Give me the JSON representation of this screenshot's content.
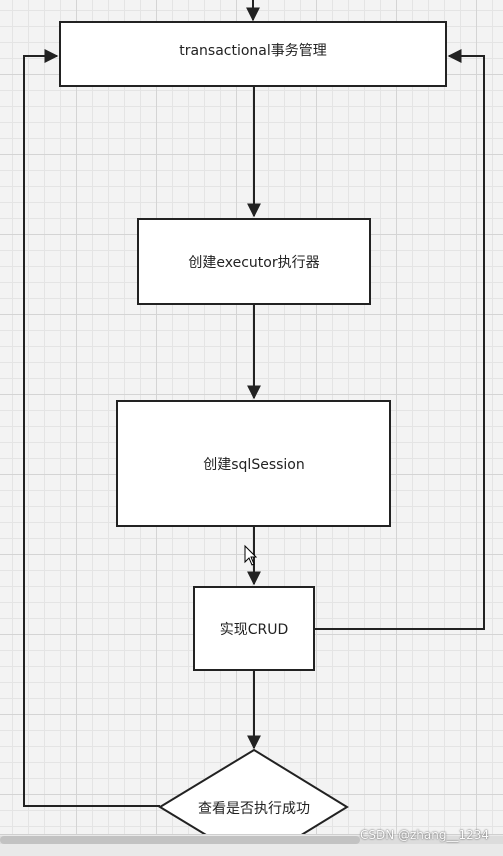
{
  "diagram": {
    "nodes": {
      "transaction": {
        "label": "transactional事务管理"
      },
      "executor": {
        "label": "创建executor执行器"
      },
      "session": {
        "label": "创建sqlSession"
      },
      "crud": {
        "label": "实现CRUD"
      },
      "check": {
        "label": "查看是否执行成功"
      }
    }
  },
  "watermark": "CSDN @zhang__1234",
  "colors": {
    "stroke": "#222222",
    "box_fill": "#ffffff"
  }
}
